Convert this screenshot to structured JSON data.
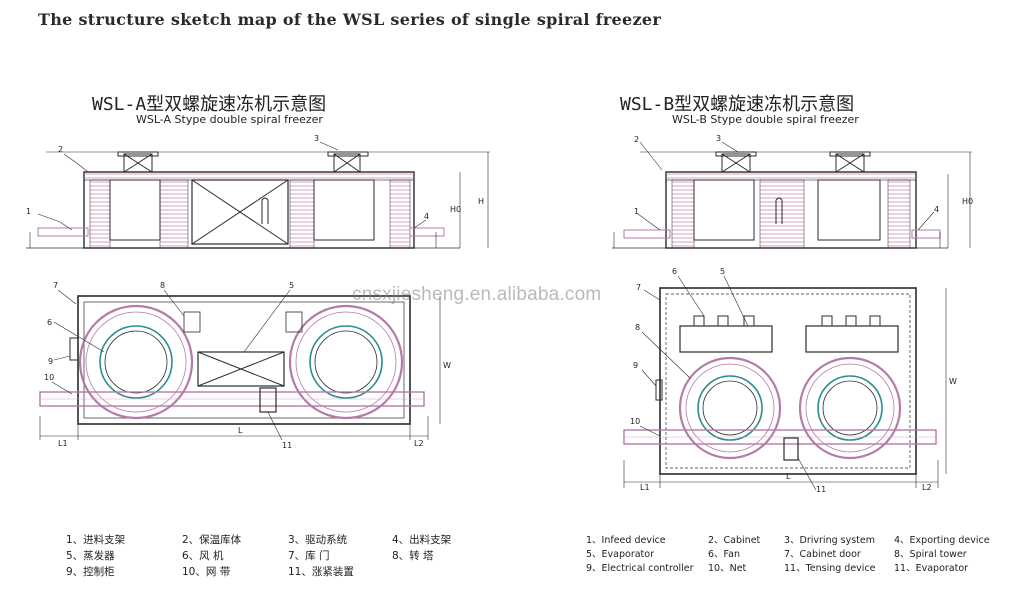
{
  "page_title": "The structure sketch map of the WSL series of single spiral freezer",
  "watermark": "cnsxjiesheng.en.alibaba.com",
  "diagram_a": {
    "title_cn": "WSL-A型双螺旋速冻机示意图",
    "title_en": "WSL-A Stype double spiral freezer",
    "callouts": [
      "1",
      "2",
      "3",
      "4",
      "5",
      "6",
      "7",
      "8",
      "9",
      "10",
      "11"
    ],
    "dims": {
      "l1": "L1",
      "l": "L",
      "l2": "L2",
      "w": "W",
      "h": "H",
      "h0": "H0"
    },
    "legend": [
      "1、进料支架",
      "2、保温库体",
      "3、驱动系统",
      "4、出料支架",
      "5、蒸发器",
      "6、风    机",
      "7、库    门",
      "8、转    塔",
      "9、控制柜",
      "10、网    带",
      "11、涨紧装置"
    ]
  },
  "diagram_b": {
    "title_cn": "WSL-B型双螺旋速冻机示意图",
    "title_en": "WSL-B Stype double spiral freezer",
    "callouts": [
      "1",
      "2",
      "3",
      "4",
      "5",
      "6",
      "7",
      "8",
      "9",
      "10",
      "11"
    ],
    "dims": {
      "l1": "L1",
      "l": "L",
      "l2": "L2",
      "w": "W",
      "h": "H0"
    },
    "legend": [
      "1、Infeed device",
      "2、Cabinet",
      "3、Drivring system",
      "4、Exporting device",
      "5、Evaporator",
      "6、Fan",
      "7、Cabinet door",
      "8、Spiral tower",
      "9、Electrical controller",
      "10、Net",
      "11、Tensing device",
      "11、Evaporator"
    ]
  },
  "colors": {
    "line": "#2b2b2b",
    "spiral": "#b57aa8",
    "inner": "#2e8f90",
    "pink": "#d9a3c8"
  }
}
